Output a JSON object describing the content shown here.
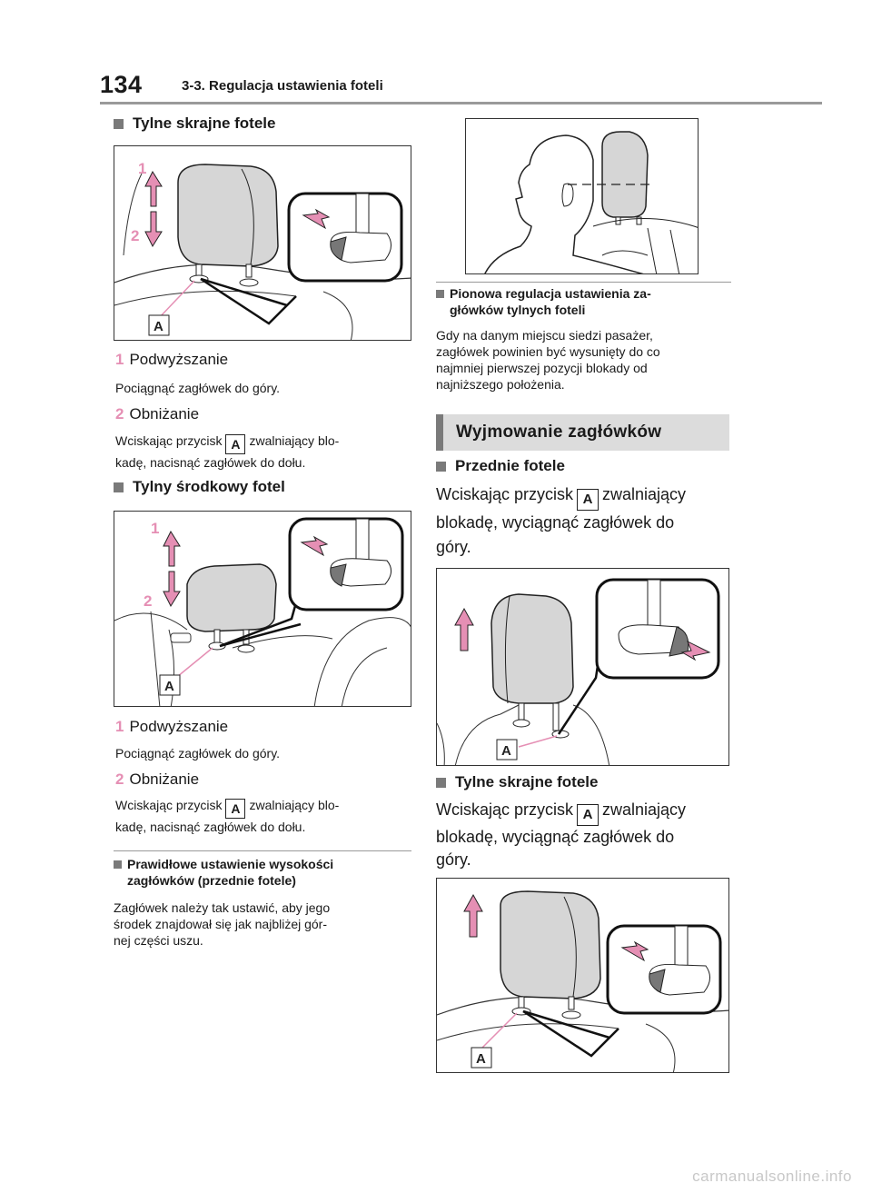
{
  "header": {
    "page_number": "134",
    "section": "3-3. Regulacja ustawienia foteli"
  },
  "left": {
    "sec1": {
      "title": "Tylne skrajne fotele",
      "fig_label_1": "1",
      "fig_label_2": "2",
      "fig_label_a": "A",
      "step1_num": "1",
      "step1_label": "Podwyższanie",
      "step1_desc": "Pociągnąć zagłówek do góry.",
      "step2_num": "2",
      "step2_label": "Obniżanie",
      "step2_desc_a": "Wciskając przycisk",
      "step2_desc_btn": "A",
      "step2_desc_b": "zwalniający blo-",
      "step2_desc_c": "kadę, nacisnąć zagłówek do dołu."
    },
    "sec2": {
      "title": "Tylny środkowy fotel",
      "fig_label_1": "1",
      "fig_label_2": "2",
      "fig_label_a": "A",
      "step1_num": "1",
      "step1_label": "Podwyższanie",
      "step1_desc": "Pociągnąć zagłówek do góry.",
      "step2_num": "2",
      "step2_label": "Obniżanie",
      "step2_desc_a": "Wciskając przycisk",
      "step2_desc_btn": "A",
      "step2_desc_b": "zwalniający blo-",
      "step2_desc_c": "kadę, nacisnąć zagłówek do dołu."
    },
    "note": {
      "title_1": "Prawidłowe ustawienie wysokości",
      "title_2": "zagłówków (przednie fotele)",
      "body_1": "Zagłówek należy tak ustawić, aby jego",
      "body_2": "środek znajdował się jak najbliżej gór-",
      "body_3": "nej części uszu."
    }
  },
  "right": {
    "note": {
      "title_1": "Pionowa regulacja ustawienia za-",
      "title_2": "główków tylnych foteli",
      "body_1": "Gdy na danym miejscu siedzi pasażer,",
      "body_2": "zagłówek powinien być wysunięty do co",
      "body_3": "najmniej pierwszej pozycji blokady od",
      "body_4": "najniższego położenia."
    },
    "banner": "Wyjmowanie zagłówków",
    "sec3": {
      "title": "Przednie fotele",
      "line1_a": "Wciskając przycisk",
      "line1_btn": "A",
      "line1_b": "zwalniający",
      "line2": "blokadę, wyciągnąć zagłówek do",
      "line3": "góry.",
      "fig_label_a": "A"
    },
    "sec4": {
      "title": "Tylne skrajne fotele",
      "line1_a": "Wciskając przycisk",
      "line1_btn": "A",
      "line1_b": "zwalniający",
      "line2": "blokadę, wyciągnąć zagłówek do",
      "line3": "góry.",
      "fig_label_a": "A"
    }
  },
  "watermark": "carmanualsonline.info",
  "colors": {
    "accent_pink": "#e58fb4",
    "headrest_gray": "#d6d6d6",
    "banner_bg": "#dcdcdc"
  }
}
